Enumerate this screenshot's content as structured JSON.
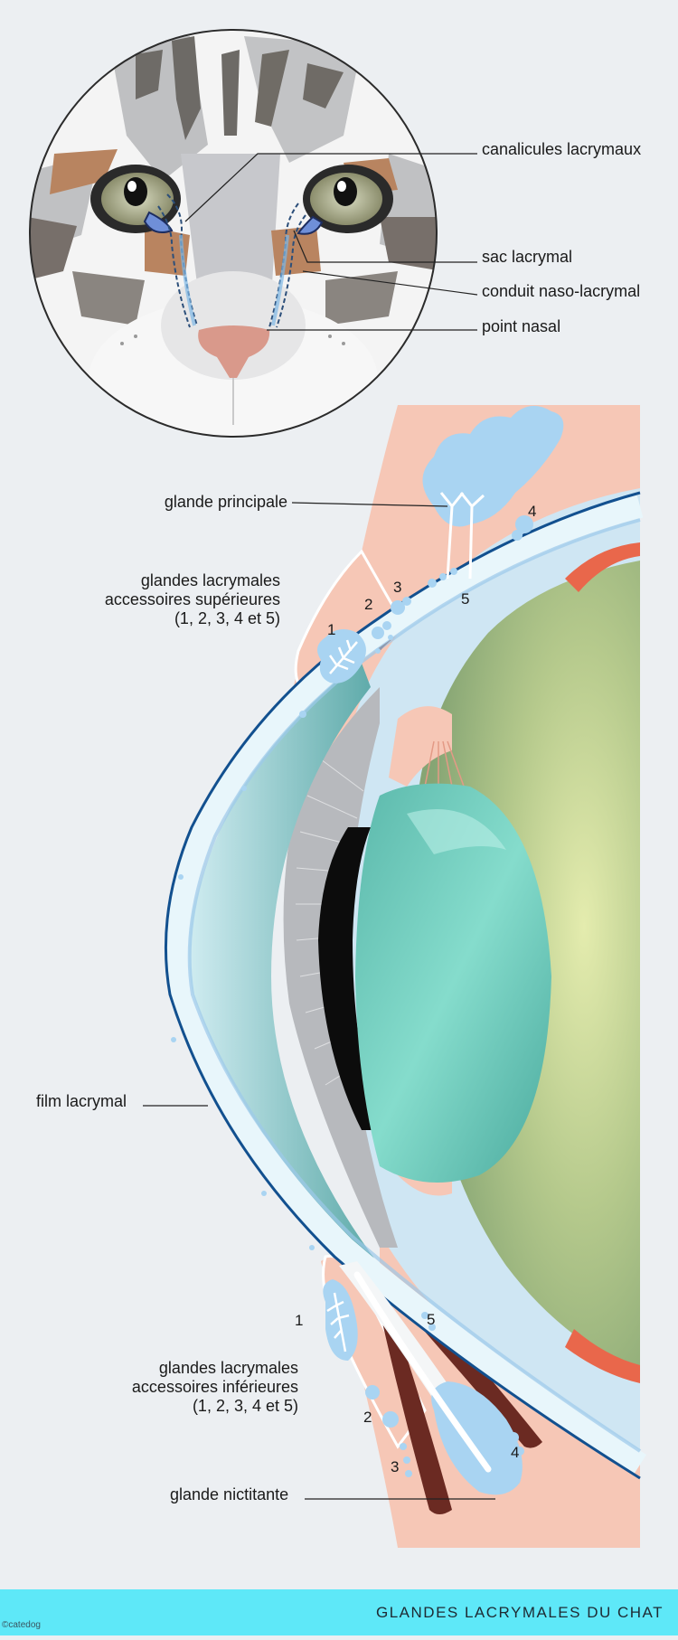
{
  "labels": {
    "canalicules": "canalicules lacrymaux",
    "sac": "sac lacrymal",
    "conduit": "conduit naso-lacrymal",
    "point": "point nasal",
    "glande_principale": "glande principale",
    "sup_line1": "glandes lacrymales",
    "sup_line2": "accessoires supérieures",
    "sup_line3": "(1, 2, 3, 4 et 5)",
    "film": "film lacrymal",
    "inf_line1": "glandes lacrymales",
    "inf_line2": "accessoires inférieures",
    "inf_line3": "(1, 2, 3, 4 et 5)",
    "nictitante": "glande nictitante"
  },
  "numbers": {
    "upper": [
      "1",
      "2",
      "3",
      "4",
      "5"
    ],
    "lower": [
      "1",
      "2",
      "3",
      "4",
      "5"
    ]
  },
  "footer": {
    "title": "GLANDES LACRYMALES DU CHAT",
    "copyright": "©catedog"
  },
  "colors": {
    "background": "#eceff2",
    "footer": "#5ee8f8",
    "skin": "#f6c7b6",
    "gland": "#a9d4f2",
    "retina": "#8fae79",
    "lens": "#6fcdbf",
    "cornea_outline": "#12508f"
  }
}
